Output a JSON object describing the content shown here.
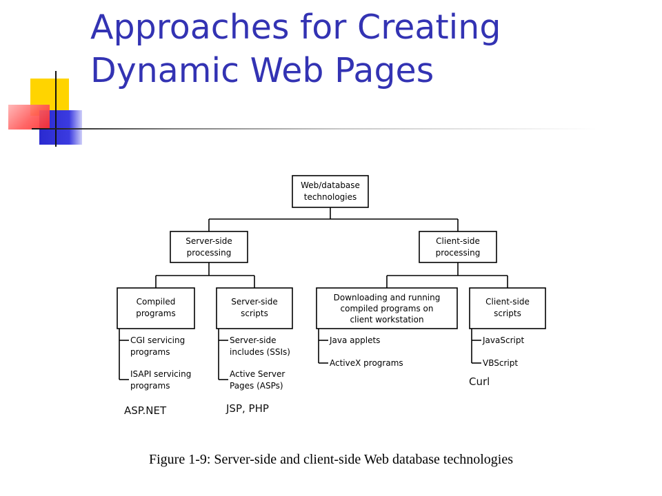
{
  "title_lines": [
    "Approaches for Creating",
    "Dynamic Web Pages"
  ],
  "diagram": {
    "root": [
      "Web/database",
      "technologies"
    ],
    "server_side": [
      "Server-side",
      "processing"
    ],
    "client_side": [
      "Client-side",
      "processing"
    ],
    "compiled": [
      "Compiled",
      "programs"
    ],
    "server_scripts": [
      "Server-side",
      "scripts"
    ],
    "downloading": [
      "Downloading and running",
      "compiled programs on",
      "client workstation"
    ],
    "client_scripts": [
      "Client-side",
      "scripts"
    ],
    "compiled_items": [
      [
        "CGI servicing",
        "programs"
      ],
      [
        "ISAPI servicing",
        "programs"
      ]
    ],
    "server_script_items": [
      [
        "Server-side",
        "includes (SSIs)"
      ],
      [
        "Active Server",
        "Pages (ASPs)"
      ]
    ],
    "downloading_items": [
      [
        "Java applets"
      ],
      [
        "ActiveX programs"
      ]
    ],
    "client_script_items": [
      [
        "JavaScript"
      ],
      [
        "VBScript"
      ]
    ]
  },
  "annotations": {
    "curl": "Curl",
    "aspnet": "ASP.NET",
    "jsp_php": "JSP, PHP"
  },
  "caption": "Figure 1-9: Server-side and client-side Web database technologies"
}
